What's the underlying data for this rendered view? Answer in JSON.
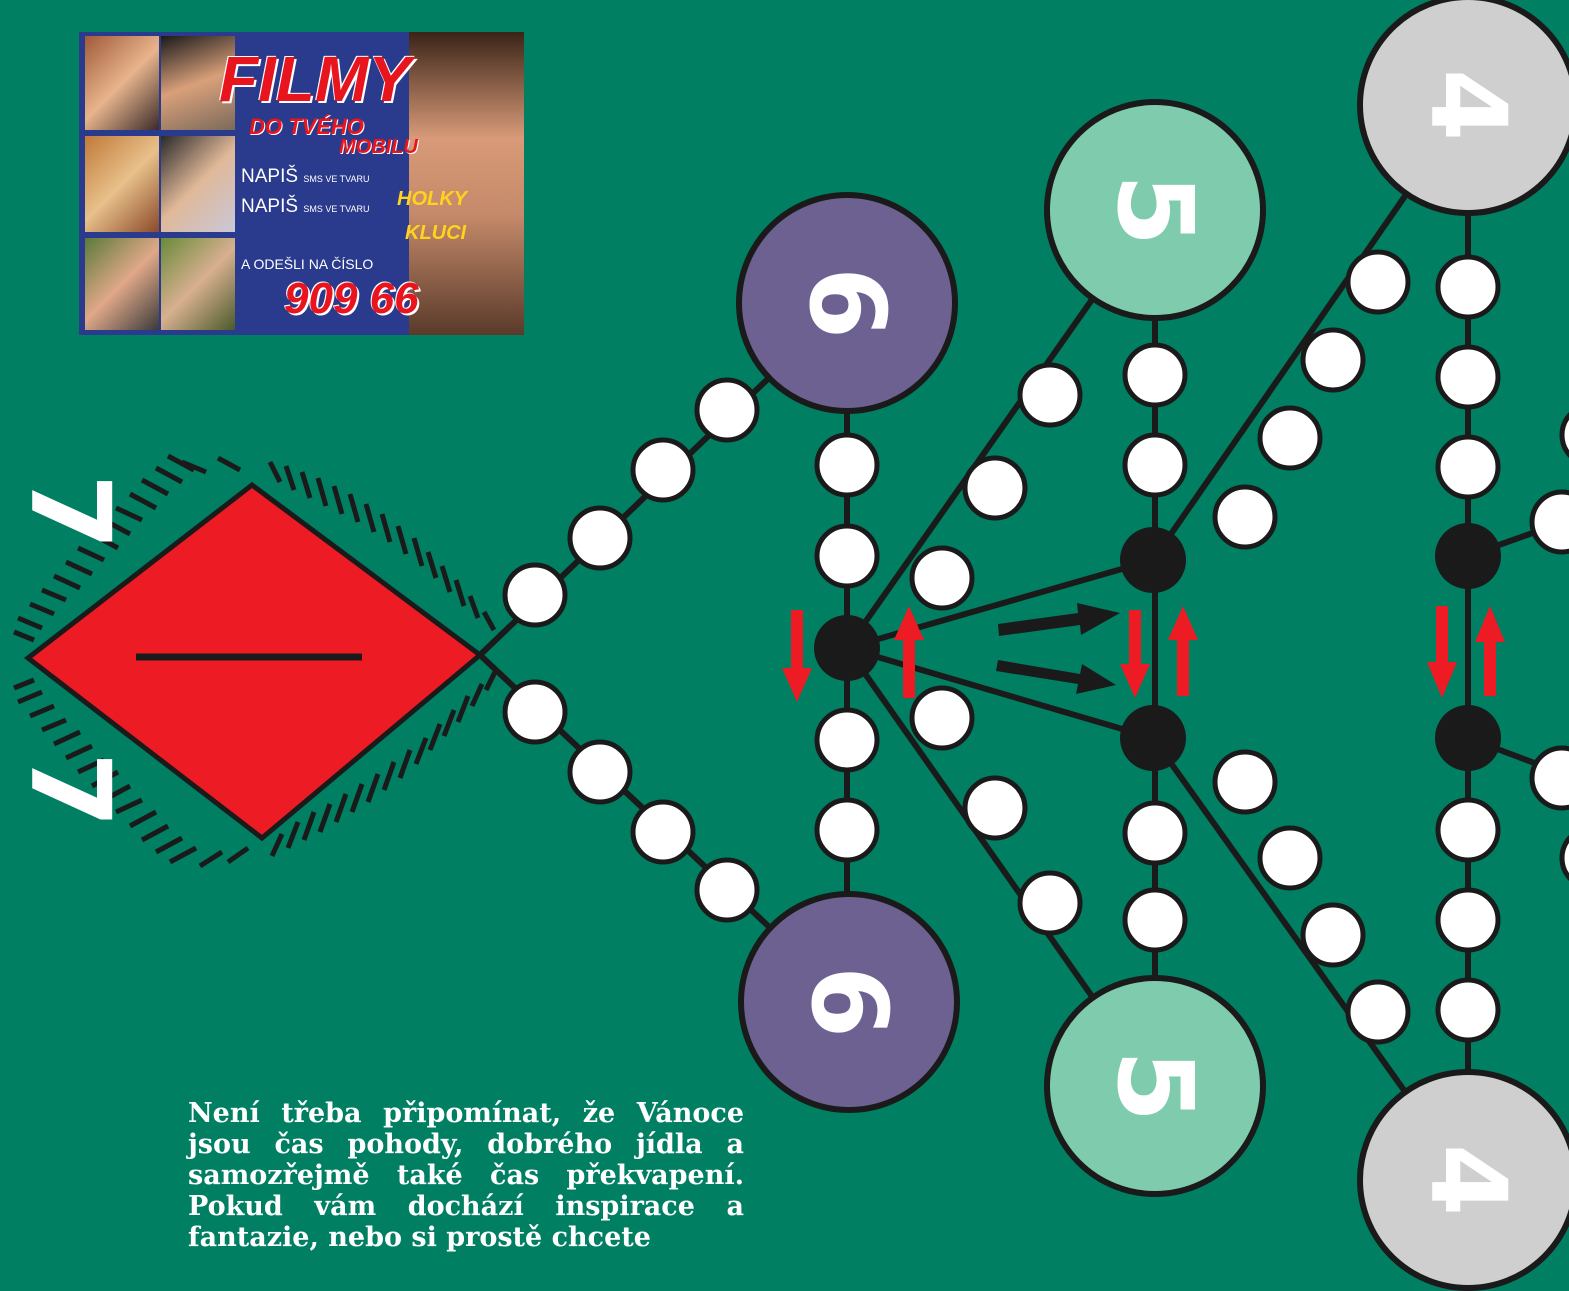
{
  "board": {
    "start_diamond_numbers": [
      "7",
      "7"
    ],
    "nodes": [
      {
        "id": "purple-top",
        "label": "6",
        "fill": "#6c6191"
      },
      {
        "id": "purple-bottom",
        "label": "6",
        "fill": "#6c6191"
      },
      {
        "id": "green-top",
        "label": "5",
        "fill": "#7fcbae"
      },
      {
        "id": "green-bottom",
        "label": "5",
        "fill": "#7fcbae"
      },
      {
        "id": "gray-top",
        "label": "4",
        "fill": "#cfcfcf"
      },
      {
        "id": "gray-bottom",
        "label": "4",
        "fill": "#cfcfcf"
      }
    ],
    "colors": {
      "background": "#007f63",
      "diamond": "#ed1c24",
      "arrow_red": "#ed1c24",
      "junction": "#1a1a1a",
      "step": "#ffffff"
    }
  },
  "ad": {
    "title": "FILMY",
    "subtitle_1": "DO TVÉHO",
    "subtitle_2": "MOBILU",
    "line_1_prefix": "NAPIŠ",
    "line_1_small": "SMS VE TVARU",
    "line_1_keyword": "HOLKY",
    "line_2_prefix": "NAPIŠ",
    "line_2_small": "SMS VE TVARU",
    "line_2_keyword": "KLUCI",
    "send_text": "A ODEŠLI NA ČÍSLO",
    "number": "909 66"
  },
  "article": {
    "text": "Není třeba připomínat, že Vánoce jsou čas pohody, dobrého jídla a samozřejmě také čas překvapení. Pokud vám dochází inspirace a fantazie, nebo si prostě chcete"
  }
}
